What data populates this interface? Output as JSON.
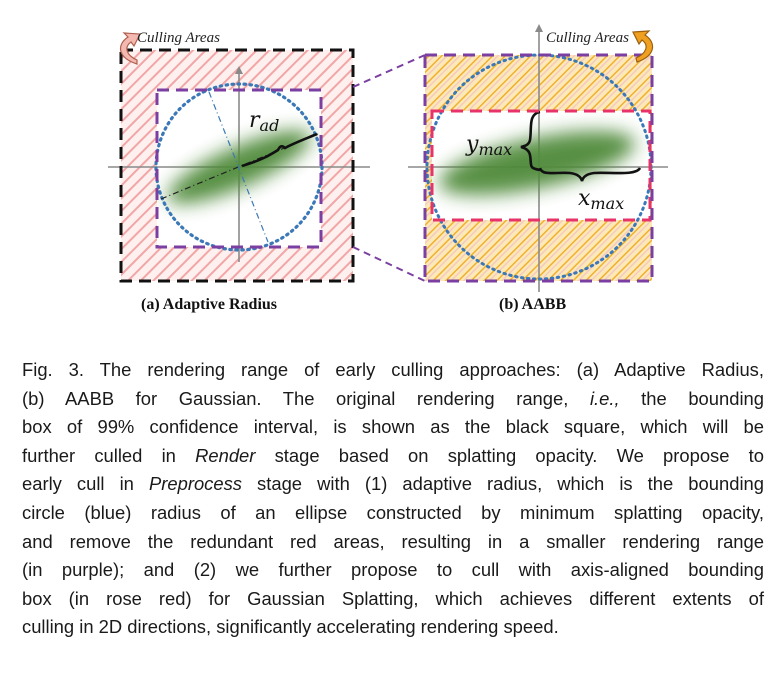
{
  "figure": {
    "panel_a": {
      "label": "(a) Adaptive Radius",
      "culling_label": "Culling Areas",
      "radius_symbol": "r",
      "radius_subscript": "ad"
    },
    "panel_b": {
      "label": "(b) AABB",
      "culling_label": "Culling Areas",
      "y_symbol": "y",
      "y_subscript": "max",
      "x_symbol": "x",
      "x_subscript": "max"
    },
    "colors": {
      "culling_hatch_a": "#f2a6a6",
      "culling_hatch_b": "#f0b030",
      "purple": "#7a3fa0",
      "rose_red": "#e8336a",
      "blue_circle": "#3a78b8",
      "gaussian_green": "#4f8a3a",
      "arrow_a": "#f3b8b0",
      "arrow_b": "#f0a020"
    }
  },
  "caption": {
    "lines": [
      {
        "parts": [
          {
            "t": "Fig. 3.  The rendering range of early culling approaches: (a) Adaptive Radius,"
          }
        ]
      },
      {
        "parts": [
          {
            "t": "(b) AABB for Gaussian. The original rendering range, "
          },
          {
            "t": "i.e.,",
            "i": true
          },
          {
            "t": " the bounding"
          }
        ]
      },
      {
        "parts": [
          {
            "t": "box of 99% confidence interval, is shown as the black square, which will be"
          }
        ]
      },
      {
        "parts": [
          {
            "t": "further culled in "
          },
          {
            "t": "Render",
            "i": true
          },
          {
            "t": " stage based on splatting opacity. We propose to"
          }
        ]
      },
      {
        "parts": [
          {
            "t": "early cull in "
          },
          {
            "t": "Preprocess",
            "i": true
          },
          {
            "t": " stage with (1) adaptive radius, which is the bounding"
          }
        ]
      },
      {
        "parts": [
          {
            "t": "circle (blue) radius of an ellipse constructed by minimum splatting opacity,"
          }
        ]
      },
      {
        "parts": [
          {
            "t": "and remove the redundant red areas, resulting in a smaller rendering range"
          }
        ]
      },
      {
        "parts": [
          {
            "t": "(in purple); and (2) we further propose to cull with axis-aligned bounding"
          }
        ]
      },
      {
        "parts": [
          {
            "t": "box (in rose red) for Gaussian Splatting, which achieves different extents of"
          }
        ]
      },
      {
        "parts": [
          {
            "t": "culling in 2D directions, significantly accelerating rendering speed."
          }
        ],
        "last": true
      }
    ]
  }
}
